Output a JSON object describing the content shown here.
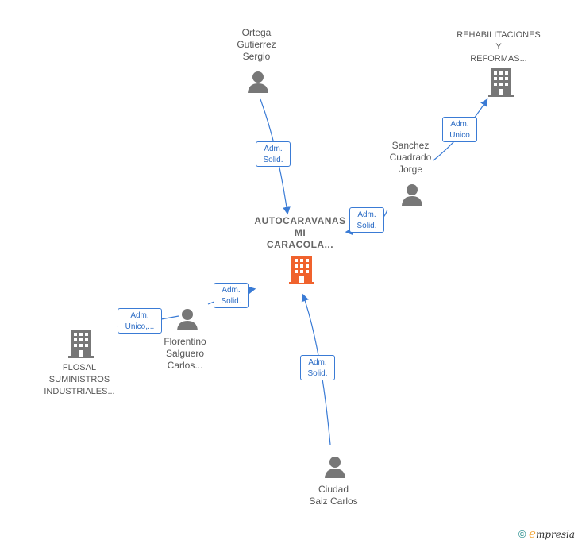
{
  "nodes": {
    "main": {
      "lines": [
        "AUTOCARAVANAS",
        "MI",
        "CARACOLA..."
      ],
      "color": "#f0622d"
    },
    "ortega": {
      "lines": [
        "Ortega",
        "Gutierrez",
        "Sergio"
      ]
    },
    "rehab": {
      "lines": [
        "REHABILITACIONES",
        "Y",
        "REFORMAS..."
      ]
    },
    "sanchez": {
      "lines": [
        "Sanchez",
        "Cuadrado",
        "Jorge"
      ]
    },
    "florentino": {
      "lines": [
        "Florentino",
        "Salguero",
        "Carlos..."
      ]
    },
    "flosal": {
      "lines": [
        "FLOSAL",
        "SUMINISTROS",
        "INDUSTRIALES..."
      ]
    },
    "ciudad": {
      "lines": [
        "Ciudad",
        "Saiz Carlos"
      ]
    }
  },
  "roles": {
    "ortega_main": [
      "Adm.",
      "Solid."
    ],
    "sanchez_rehab": [
      "Adm.",
      "Unico"
    ],
    "sanchez_main": [
      "Adm.",
      "Solid."
    ],
    "florentino_main": [
      "Adm.",
      "Solid."
    ],
    "florentino_flosal": [
      "Adm.",
      "Unico,..."
    ],
    "ciudad_main": [
      "Adm.",
      "Solid."
    ]
  },
  "colors": {
    "edge": "#3a7bd5",
    "icon": "#777777",
    "main_icon": "#f0622d"
  },
  "footer": {
    "copyright": "©",
    "brand_e": "e",
    "brand_rest": "mpresia"
  }
}
